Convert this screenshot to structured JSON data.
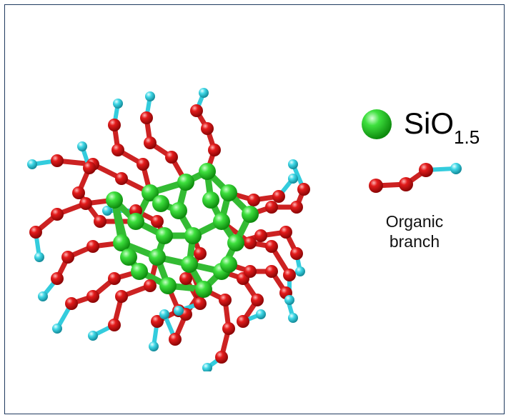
{
  "legend": {
    "silica": {
      "label_main": "SiO",
      "label_sub": "1.5",
      "color": "#22cc22"
    },
    "branch": {
      "line1": "Organic",
      "line2": "branch",
      "color": "#dd1111",
      "end_color": "#33ccdd"
    }
  },
  "colors": {
    "frame": "#1f3a5f",
    "silicon": "#22cc22",
    "oxygen": "#dd1111",
    "hydrogen": "#33ccdd",
    "bond_green": "#33bb33",
    "bond_red": "#cc2222"
  }
}
